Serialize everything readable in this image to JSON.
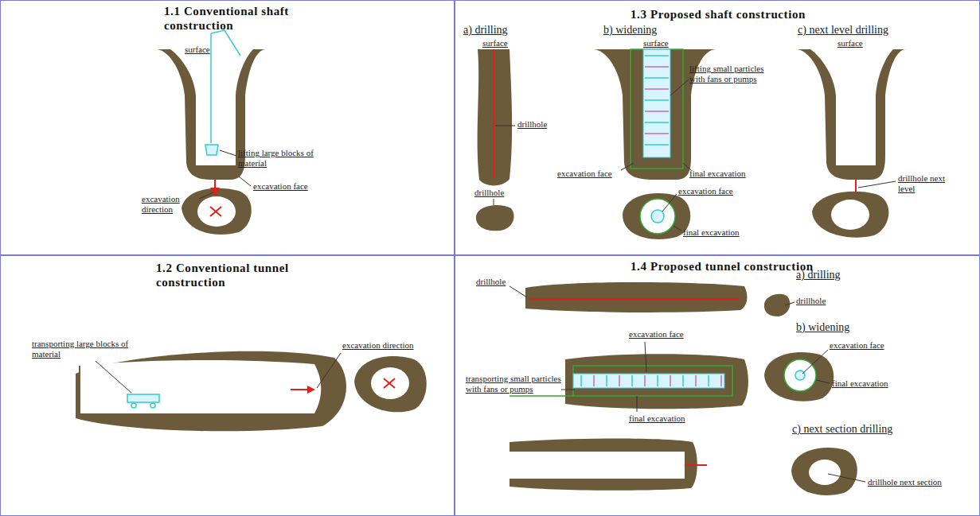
{
  "diagram": {
    "nodes": [
      {
        "text": [
          "1.1 Conventional shaft construction"
        ]
      },
      {
        "text": [
          "1.3 Proposed shaft construction"
        ]
      },
      {
        "text": [
          "1.2 Conventional tunnel construction"
        ]
      },
      {
        "text": [
          "1.4 Proposed tunnel construction"
        ]
      }
    ],
    "edges": [],
    "labels": [
      "surface",
      "lifting large blocks of material",
      "excavation face",
      "excavation direction",
      "a) drilling",
      "b) widening",
      "c) next level drilling",
      "surface",
      "surface",
      "surface",
      "drillhole",
      "lifting small particles with fans or pumps",
      "excavation face",
      "final excavation",
      "drillhole",
      "excavation face",
      "final excavation",
      "drillhole next level",
      "transporting large blocks of material",
      "excavation direction",
      "drillhole",
      "a) drilling",
      "drillhole",
      "b) widening",
      "excavation face",
      "excavation face",
      "final excavation",
      "transporting small particles with fans or pumps",
      "final excavation",
      "c) next section drilling",
      "drillhole next section"
    ]
  }
}
